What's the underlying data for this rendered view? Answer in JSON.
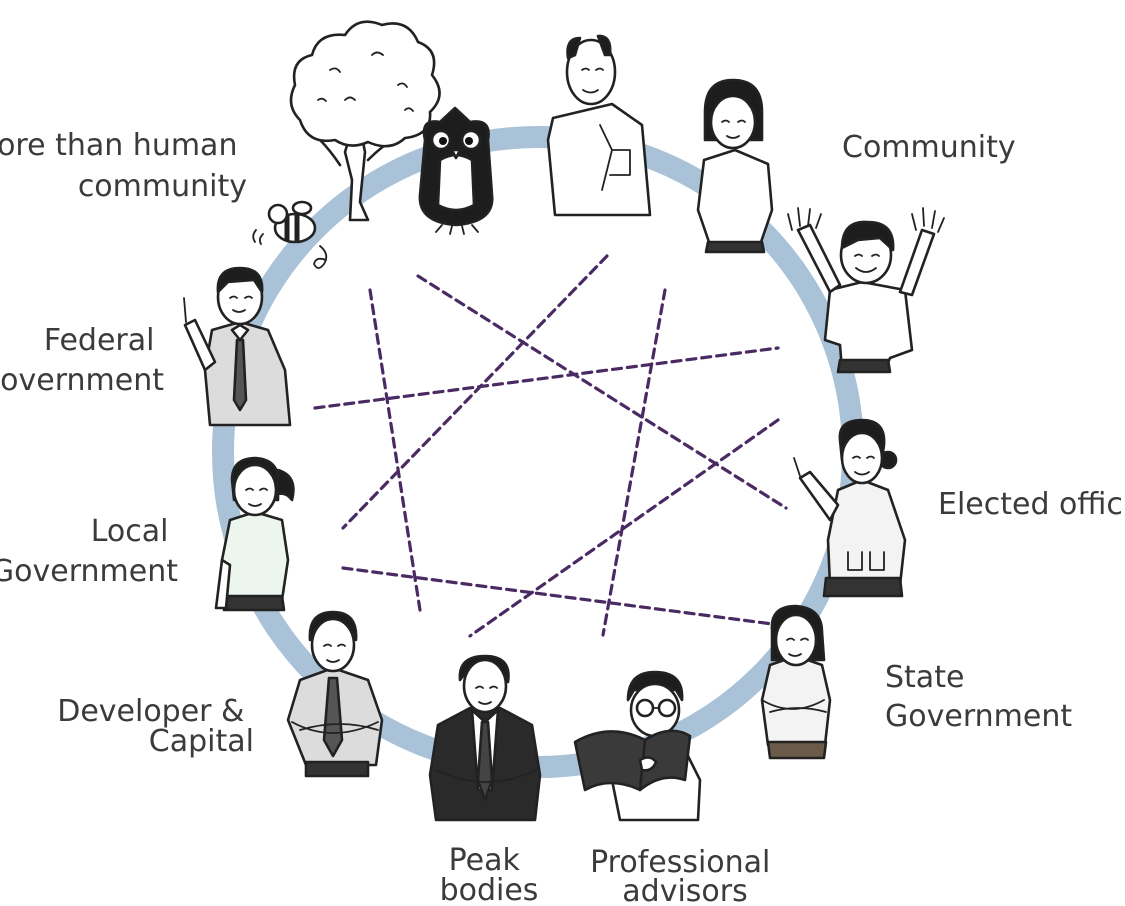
{
  "diagram": {
    "nodes": [
      {
        "id": "more-than-human",
        "lines": [
          "More than human",
          "community"
        ]
      },
      {
        "id": "community",
        "lines": [
          "Community"
        ]
      },
      {
        "id": "federal-government",
        "lines": [
          "Federal",
          "Government"
        ]
      },
      {
        "id": "elected-official",
        "lines": [
          "Elected official"
        ]
      },
      {
        "id": "local-government",
        "lines": [
          "Local",
          "Government"
        ]
      },
      {
        "id": "state-government",
        "lines": [
          "State",
          "Government"
        ]
      },
      {
        "id": "developer-capital",
        "lines": [
          "Developer &",
          "Capital"
        ]
      },
      {
        "id": "peak-bodies",
        "lines": [
          "Peak",
          "bodies"
        ]
      },
      {
        "id": "professional-advisors",
        "lines": [
          "Professional",
          "advisors"
        ]
      }
    ],
    "colors": {
      "ring": "#a9c2d8",
      "connector": "#4a2a63",
      "label": "#3b3b3b",
      "outline": "#222222"
    }
  }
}
